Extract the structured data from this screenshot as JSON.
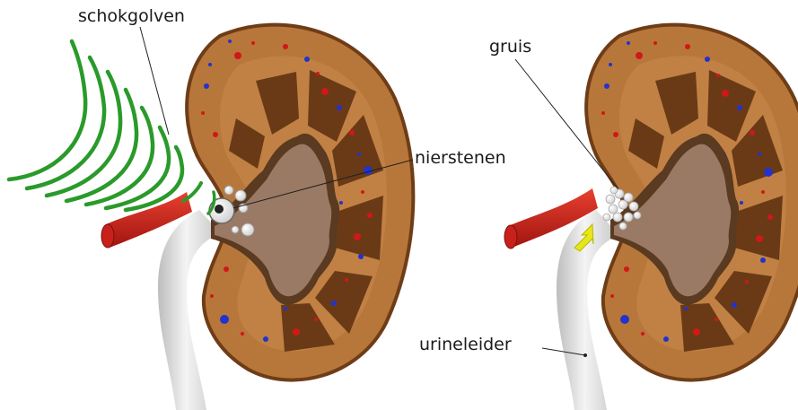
{
  "labels": {
    "shockwaves": "schokgolven",
    "stones": "nierstenen",
    "gravel": "gruis",
    "ureter": "urineleider"
  },
  "colors": {
    "cortex": "#b8773a",
    "cortex_edge": "#6e3d17",
    "pyramid": "#6a3a17",
    "pelvis": "#5a3a20",
    "pelvis_light": "#f2ece6",
    "artery": "#c8201a",
    "ureter": "#dcdcdc",
    "shockwave": "#2a9a2a",
    "arrow": "#e6e61a",
    "vessel_red": "#d01818",
    "vessel_blue": "#2233cc"
  },
  "icons": {
    "left_kidney": "kidney-with-stones",
    "right_kidney": "kidney-with-gravel",
    "shockwave": "shockwave-arcs",
    "flow": "yellow-arrow"
  }
}
